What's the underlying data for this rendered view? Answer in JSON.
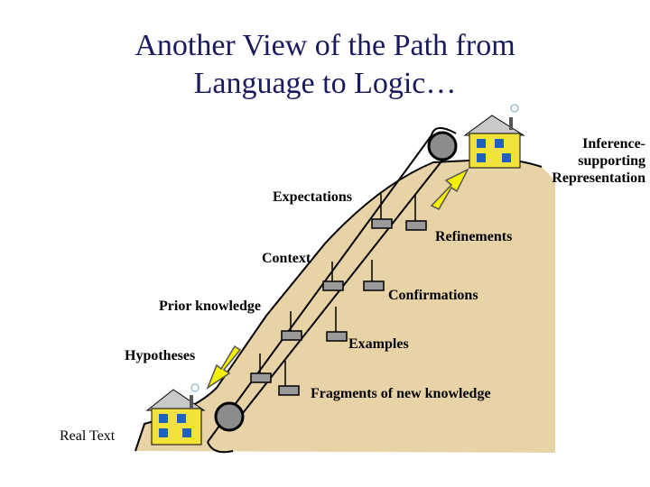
{
  "title": {
    "line1": "Another View of the Path from",
    "line2": "Language to Logic…"
  },
  "labels": {
    "inference_line1": "Inference-",
    "inference_line2": "supporting",
    "inference_line3": "Representation",
    "expectations": "Expectations",
    "refinements": "Refinements",
    "context": "Context",
    "confirmations": "Confirmations",
    "prior_knowledge": "Prior knowledge",
    "examples": "Examples",
    "hypotheses": "Hypotheses",
    "fragments": "Fragments of new knowledge",
    "real_text": "Real Text"
  },
  "colors": {
    "title": "#1a1a5e",
    "hill": "#e8d3a6",
    "hill_edge": "#000000",
    "house_wall": "#f2e23a",
    "house_roof": "#c9c9c9",
    "house_window": "#1f5fbf",
    "arrow_fill": "#f5f000",
    "arrow_edge": "#555555",
    "pulley": "#8c8c8c",
    "weight": "#9a9a9a"
  },
  "icons": {
    "top_house": "house-icon",
    "bottom_house": "house-icon",
    "top_pulley": "pulley-icon",
    "bottom_pulley": "pulley-icon",
    "up_arrow": "arrow-up-icon",
    "down_arrow": "arrow-down-icon"
  }
}
